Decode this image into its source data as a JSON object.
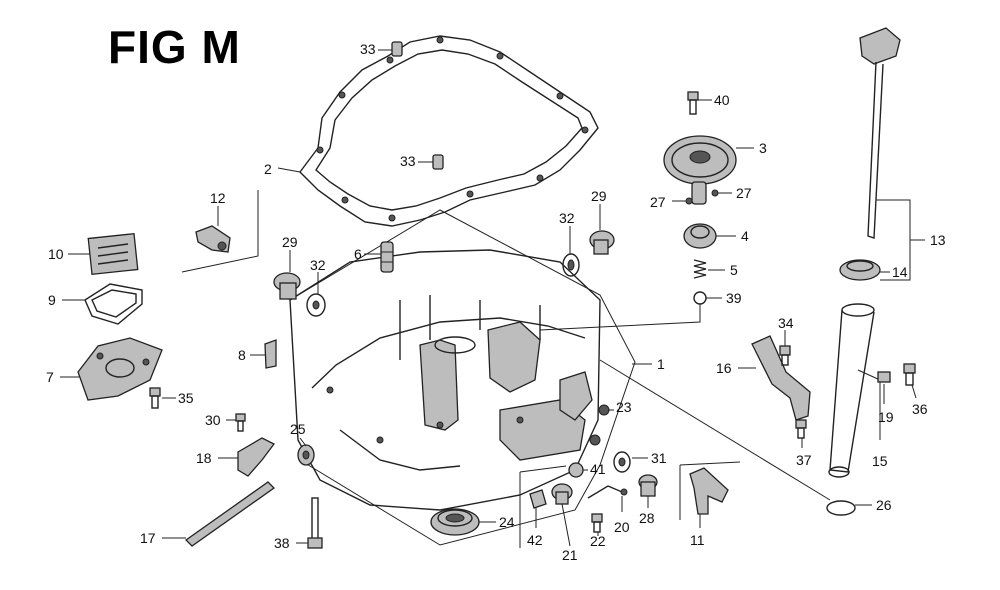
{
  "figure": {
    "title": "FIG M",
    "callouts": [
      "1",
      "2",
      "3",
      "4",
      "5",
      "6",
      "7",
      "8",
      "9",
      "10",
      "11",
      "12",
      "13",
      "14",
      "15",
      "16",
      "17",
      "18",
      "19",
      "20",
      "21",
      "22",
      "23",
      "24",
      "25",
      "26",
      "27",
      "27",
      "28",
      "29",
      "29",
      "30",
      "31",
      "32",
      "32",
      "33",
      "33",
      "34",
      "35",
      "36",
      "37",
      "38",
      "39",
      "40",
      "41",
      "42"
    ]
  }
}
